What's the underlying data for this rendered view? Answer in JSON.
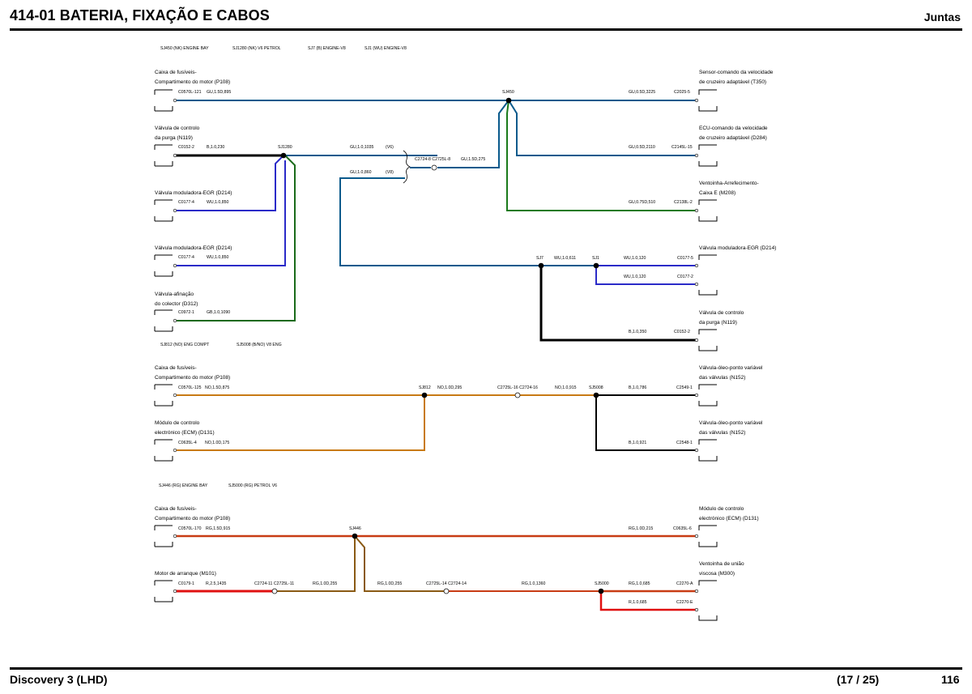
{
  "header": {
    "title": "414-01 BATERIA, FIXAÇÃO E CABOS",
    "section": "Juntas"
  },
  "footer": {
    "model": "Discovery 3 (LHD)",
    "page_of": "(17 / 25)",
    "page": "116"
  },
  "colors": {
    "GU": "#0a5a8c",
    "B": "#000000",
    "WU": "#2b2bc8",
    "G": "#1a7a1a",
    "NO": "#c87a14",
    "RG": "#c83c14",
    "R": "#e01010",
    "GB": "#1a6a1a"
  },
  "diagrams": {
    "d1": {
      "legend": [
        "SJ450 (NK) ENGINE BAY",
        "SJ1280 (NK) V6 PETROL",
        "SJ7 (B) ENGINE-V8",
        "SJ1 (WU) ENGINE-V8"
      ],
      "left": [
        {
          "line1": "Caixa de fusíveis-",
          "line2": "Compartimento do motor (P108)",
          "pin": "C0570L-121",
          "wire": "GU,1.5D,895"
        },
        {
          "line1": "Válvula de controlo",
          "line2": "da purga (N119)",
          "pin": "C0152-2",
          "wire": "B,1.0,230"
        },
        {
          "line1": "",
          "line2": "Válvula moduladora-EGR (D214)",
          "pin": "C0177-4",
          "wire": "WU,1.0,850"
        },
        {
          "line1": "",
          "line2": "Válvula moduladora-EGR (D214)",
          "pin": "C0177-4",
          "wire": "WU,1.0,850"
        },
        {
          "line1": "Válvula-afinação",
          "line2": "do colector (D312)",
          "pin": "C0972-1",
          "wire": "GB,1.0,1090"
        }
      ],
      "right": [
        {
          "line1": "Sensor-comando da velocidade",
          "line2": "de cruzeiro adaptável (T350)",
          "pin": "C2025-5",
          "wire": "GU,0.5D,3225"
        },
        {
          "line1": "ECU-comando da velocidade",
          "line2": "de cruzeiro adaptável (D284)",
          "pin": "C2145L-15",
          "wire": "GU,0.5D,2110"
        },
        {
          "line1": "Ventoinha-Arrefecimento-",
          "line2": "Caixa E (M208)",
          "pin": "C2138L-2",
          "wire": "GU,0.75D,510"
        },
        {
          "line1": "",
          "line2": "Válvula moduladora-EGR (D214)",
          "pin": "C0177-5",
          "wire": "WU,1.0,120"
        },
        {
          "line1": "",
          "line2": "",
          "pin": "C0177-2",
          "wire": "WU,1.0,120"
        },
        {
          "line1": "Válvula de controlo",
          "line2": "da purga (N119)",
          "pin": "C0152-2",
          "wire": "B,1.0,350"
        }
      ],
      "splices": [
        "SJ1280",
        "SJ450",
        "SJ7",
        "SJ1"
      ],
      "mid_wires": [
        "GU,1.0,1035",
        "(V6)",
        "GU,1.0,860",
        "(V8)",
        "C2724-8 C2725L-8",
        "GU,1.5D,275",
        "WU,1.0,611"
      ],
      "notes": [
        "SJ812 (NO) ENG COMPT",
        "SJ5008 (B/NO) V8 ENG"
      ]
    },
    "d2": {
      "left": [
        {
          "line1": "Caixa de fusíveis-",
          "line2": "Compartimento do motor (P108)",
          "pin": "C0570L-125",
          "wire": "NO,1.5D,875"
        },
        {
          "line1": "Módulo de controlo",
          "line2": "electrónico (ECM) (D131)",
          "pin": "C0635L-4",
          "wire": "NO,1.0D,175"
        }
      ],
      "right": [
        {
          "line1": "Válvula-óleo-ponto variável",
          "line2": "das válvulas (N152)",
          "pin": "C2549-1",
          "wire": "B,1.0,786"
        },
        {
          "line1": "Válvula-óleo-ponto variável",
          "line2": "das válvulas (N152)",
          "pin": "C2548-1",
          "wire": "B,1.0,921"
        }
      ],
      "splices": [
        "SJ812",
        "SJ5008"
      ],
      "mid_wires": [
        "NO,1.0D,295",
        "C2725L-16 C2724-16",
        "NO,1.0,915"
      ],
      "notes": [
        "SJ446 (RG) ENGINE BAY",
        "SJ5000 (RG) PETROL V6"
      ]
    },
    "d3": {
      "left": [
        {
          "line1": "Caixa de fusíveis-",
          "line2": "Compartimento do motor (P108)",
          "pin": "C0570L-170",
          "wire": "RG,1.5D,915"
        },
        {
          "line1": "",
          "line2": "Motor de arranque (M101)",
          "pin": "C0179-1",
          "wire": "R,2.5,1435"
        }
      ],
      "right": [
        {
          "line1": "Módulo de controlo",
          "line2": "electrónico (ECM) (D131)",
          "pin": "C0635L-6",
          "wire": "RG,1.0D,215"
        },
        {
          "line1": "Ventoinha de união",
          "line2": "viscosa (M300)",
          "pin": "C2270-A",
          "wire": "RG,1.0,685"
        },
        {
          "line1": "",
          "line2": "",
          "pin": "C2270-E",
          "wire": "R,1.0,685"
        }
      ],
      "splices": [
        "SJ446",
        "SJ5000"
      ],
      "mid_wires": [
        "C2724-11 C2725L-11",
        "RG,1.0D,255",
        "RG,1.0D,255",
        "C2725L-14 C2724-14",
        "RG,1.0,1360"
      ]
    }
  }
}
